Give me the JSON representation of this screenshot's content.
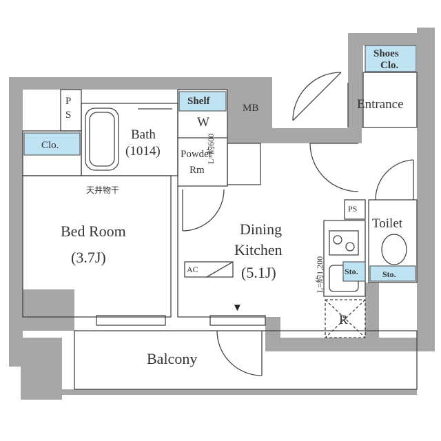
{
  "colors": {
    "wall": "#a7a7a7",
    "storage_fill": "#bfe3f2",
    "line": "#444444",
    "text": "#333333"
  },
  "rooms": {
    "bedroom_name": "Bed Room",
    "bedroom_size": "(3.7J)",
    "bedroom_note": "天井物干",
    "dining_name_1": "Dining",
    "dining_name_2": "Kitchen",
    "dining_size": "(5.1J)",
    "bath_name": "Bath",
    "bath_size": "(1014)",
    "powder_1": "Powder",
    "powder_2": "Rm",
    "entrance": "Entrance",
    "toilet": "Toilet",
    "balcony": "Balcony"
  },
  "fixtures": {
    "shoes_1": "Shoes",
    "shoes_2": "Clo.",
    "shelf": "Shelf",
    "washer": "W",
    "closet": "Clo.",
    "ps_left_1": "P",
    "ps_left_2": "S",
    "mb": "MB",
    "ps_right": "PS",
    "ac": "AC",
    "storage_kitchen": "Sto.",
    "storage_toilet": "Sto.",
    "refrigerator": "R",
    "vanity_dim": "L=約600",
    "kitchen_dim": "L=約1,200",
    "north_marker": "▼"
  }
}
